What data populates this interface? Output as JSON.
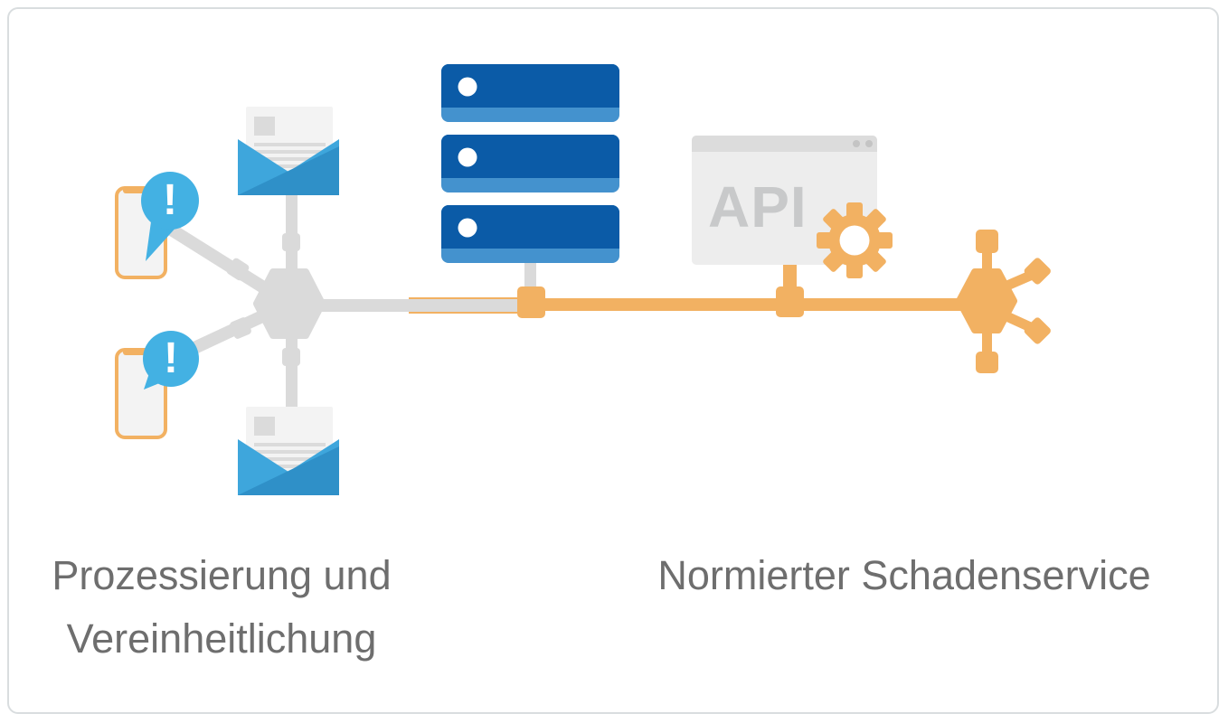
{
  "figure": {
    "left_caption_line1": "Prozessierung und",
    "left_caption_line2": "Vereinheitlichung",
    "right_caption": "Normierter Schadenservice",
    "api_label": "API",
    "alert_mark": "!",
    "icons": {
      "left_sources": [
        "smartphone-icon",
        "alert-bubble-icon",
        "envelope-open-icon"
      ],
      "center": [
        "server-stack-icon",
        "hub-hexagon-icon",
        "pipe-connector-icon"
      ],
      "right": [
        "browser-window-icon",
        "gear-icon",
        "network-hub-icon"
      ]
    },
    "colors": {
      "orange": "#F2B162",
      "gray": "#DADADA",
      "light_fill": "#F3F3F3",
      "letter_line": "#DBDBDB",
      "server_blue": "#0B5BA7",
      "server_blue_light": "#4492CE",
      "envelope_blue": "#3EA6DC",
      "envelope_blue_dark": "#2F90C8",
      "bubble_blue": "#43B1E3",
      "window_gray": "#EDEDED",
      "window_bar_gray": "#DCDCDC",
      "window_dot_gray": "#C4C4C4",
      "api_text_gray": "#C8C9CA",
      "caption_gray": "#6E6E6E",
      "card_border": "#D9DDDF",
      "white": "#FFFFFF"
    }
  }
}
